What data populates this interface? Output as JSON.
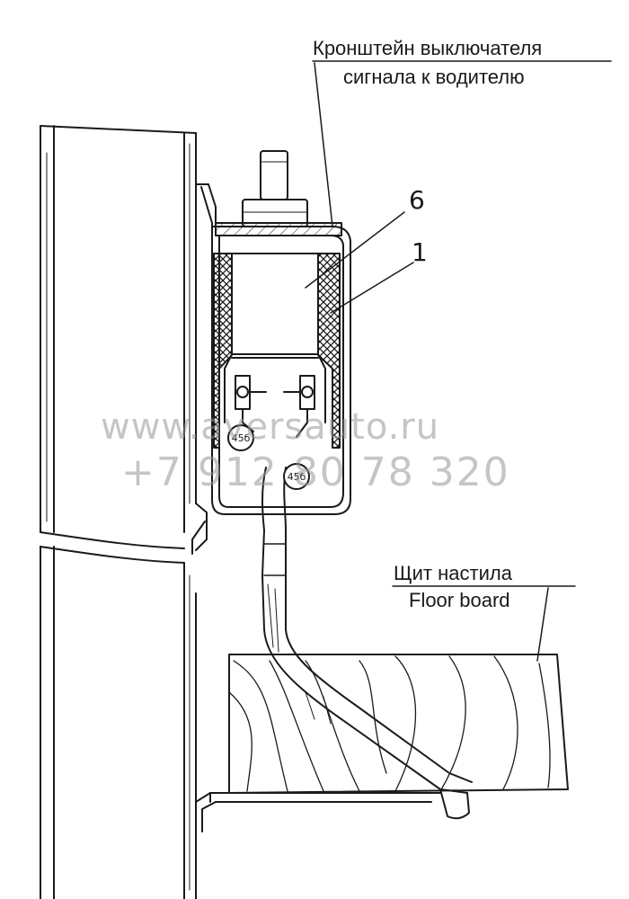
{
  "labels": {
    "bracket_line1": "Кронштейн выключателя",
    "bracket_line2": "сигнала к водителю",
    "part_6": "6",
    "part_1": "1",
    "floor_ru": "Щит настила",
    "floor_en": "Floor board",
    "wire_tag_a": "45б",
    "wire_tag_b": "45б"
  },
  "watermark": {
    "url": "www.aversauto.ru",
    "phone": "+7 912 80 78 320"
  },
  "colors": {
    "ink": "#1a1a1a",
    "paper": "#ffffff",
    "watermark": "#969696"
  }
}
